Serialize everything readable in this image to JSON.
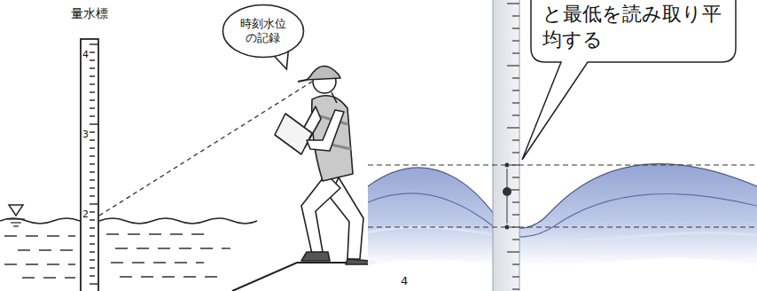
{
  "diagram": {
    "nodes": [
      {
        "text": [
          "時刻水位 の記録"
        ]
      },
      {
        "text": [
          "と最低を読み取り平 均する"
        ]
      }
    ],
    "labels": [
      "量水標",
      "4",
      "3",
      "2",
      "4"
    ]
  }
}
